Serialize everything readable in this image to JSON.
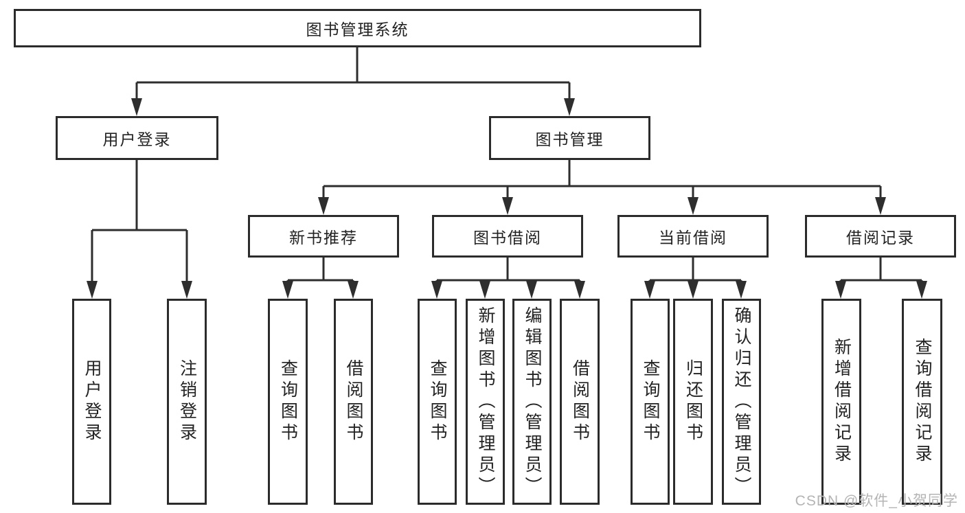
{
  "colors": {
    "line": "#2e2e2e",
    "box_border": "#2b2b2b",
    "text": "#222222",
    "watermark": "#b4b4b4",
    "background": "#ffffff"
  },
  "watermark": "CSDN @软件_小贺同学",
  "diagram": {
    "root": {
      "label": "图书管理系统"
    },
    "branches": [
      {
        "label": "用户登录",
        "children": [
          {
            "label": "用户登录"
          },
          {
            "label": "注销登录"
          }
        ]
      },
      {
        "label": "图书管理",
        "children": [
          {
            "label": "新书推荐",
            "children": [
              {
                "label": "查询图书"
              },
              {
                "label": "借阅图书"
              }
            ]
          },
          {
            "label": "图书借阅",
            "children": [
              {
                "label": "查询图书"
              },
              {
                "label": "新增图书（管理员）"
              },
              {
                "label": "编辑图书（管理员）"
              },
              {
                "label": "借阅图书"
              }
            ]
          },
          {
            "label": "当前借阅",
            "children": [
              {
                "label": "查询图书"
              },
              {
                "label": "归还图书"
              },
              {
                "label": "确认归还（管理员）"
              }
            ]
          },
          {
            "label": "借阅记录",
            "children": [
              {
                "label": "新增借阅记录"
              },
              {
                "label": "查询借阅记录"
              }
            ]
          }
        ]
      }
    ]
  }
}
